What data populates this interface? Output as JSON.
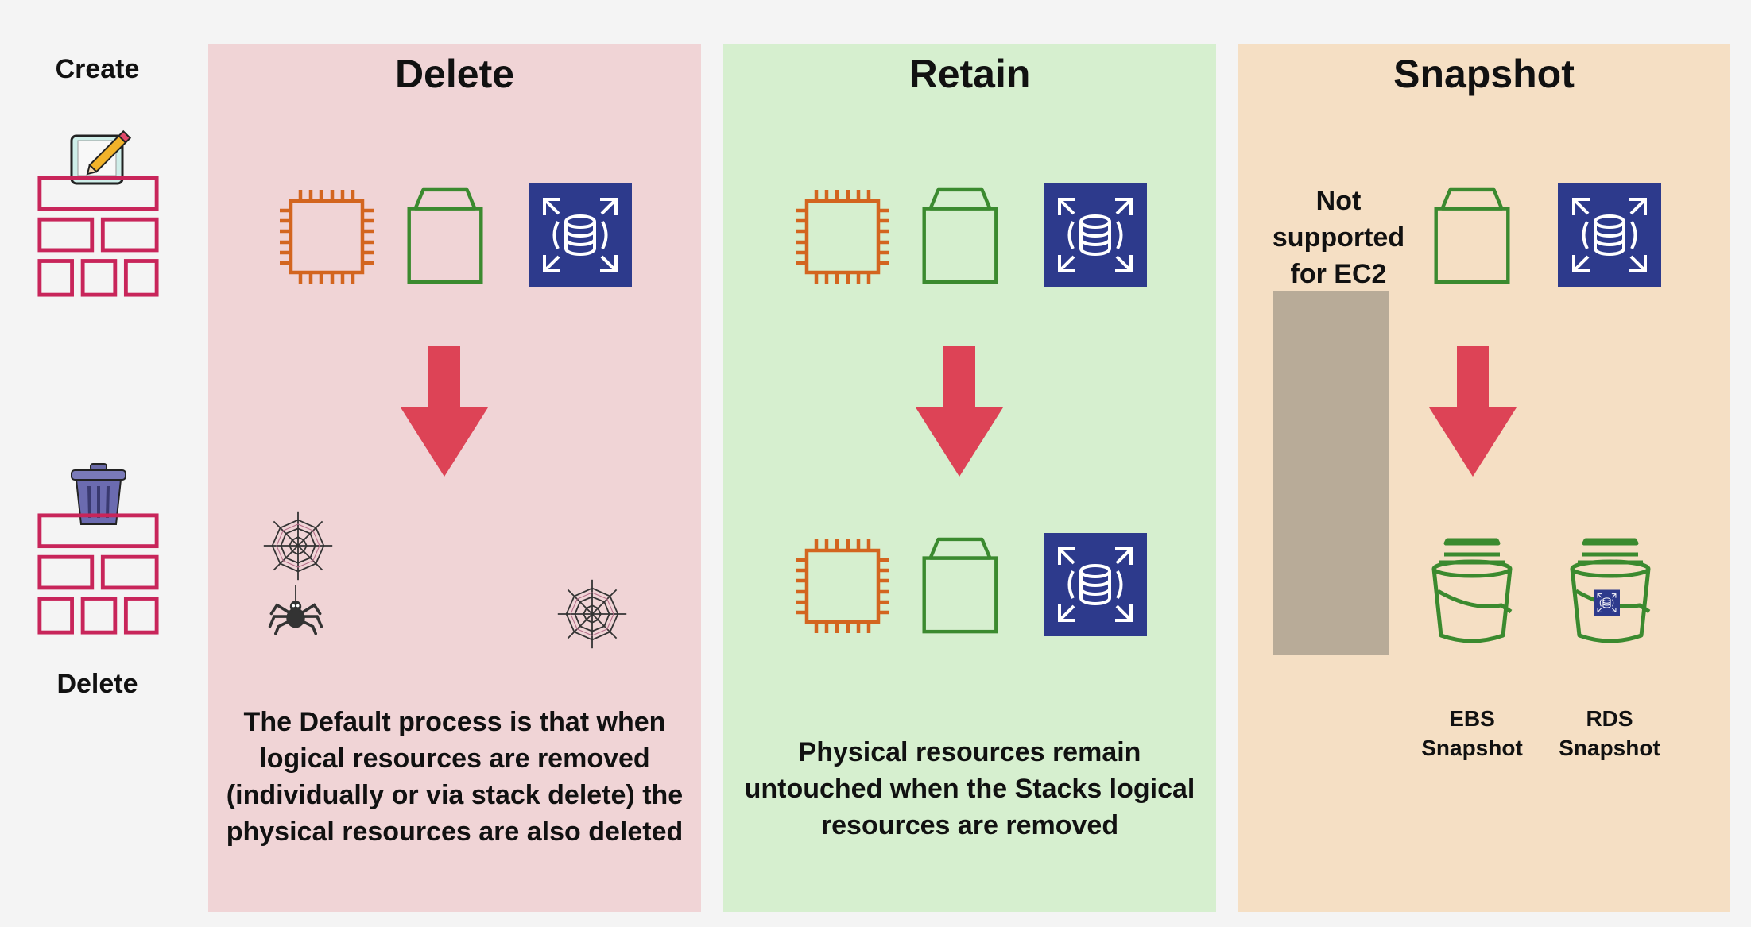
{
  "left": {
    "create_label": "Create",
    "delete_label": "Delete",
    "create_icon": "brick-wall-with-notepad-pencil-icon",
    "delete_icon": "brick-wall-with-trash-can-icon"
  },
  "panels": [
    {
      "title": "Delete",
      "background": "#f0d4d6",
      "description": "The Default process is that when logical resources are removed (individually or via stack delete) the physical resources are also deleted",
      "before_icons": [
        "ec2-chip-icon",
        "ebs-volume-icon",
        "rds-database-icon"
      ],
      "after_icons": [
        "cobweb-icon",
        "spider-icon",
        "cobweb-icon"
      ]
    },
    {
      "title": "Retain",
      "background": "#d6efcf",
      "description": "Physical resources remain untouched when the Stacks logical resources are removed",
      "before_icons": [
        "ec2-chip-icon",
        "ebs-volume-icon",
        "rds-database-icon"
      ],
      "after_icons": [
        "ec2-chip-icon",
        "ebs-volume-icon",
        "rds-database-icon"
      ]
    },
    {
      "title": "Snapshot",
      "background": "#f5dfc4",
      "not_supported": "Not supported for EC2",
      "before_icons": [
        "ebs-volume-icon",
        "rds-database-icon"
      ],
      "after_icons": [
        "bucket-icon",
        "bucket-with-rds-icon"
      ],
      "ebs_caption": "EBS Snapshot",
      "rds_caption": "RDS Snapshot"
    }
  ],
  "colors": {
    "arrow": "#dd4356",
    "ec2": "#d3651f",
    "ebs": "#3b8a2f",
    "rds_bg": "#2d3a8c",
    "brick": "#c8255a",
    "blocked": "#b8ab98"
  }
}
